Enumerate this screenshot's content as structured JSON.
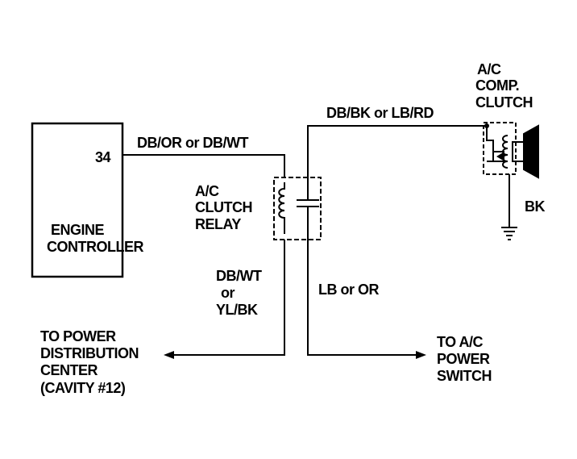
{
  "engine_controller": {
    "pin": "34",
    "label_line1": "ENGINE",
    "label_line2": "CONTROLLER"
  },
  "relay": {
    "label_line1": "A/C",
    "label_line2": "CLUTCH",
    "label_line3": "RELAY"
  },
  "compressor_clutch": {
    "label_line1": "A/C",
    "label_line2": "COMP.",
    "label_line3": "CLUTCH"
  },
  "wires": {
    "controller_to_relay": "DB/OR or DB/WT",
    "relay_to_clutch": "DB/BK or LB/RD",
    "clutch_ground": "BK",
    "relay_to_pdc_line1": "DB/WT",
    "relay_to_pdc_line2": "or",
    "relay_to_pdc_line3": "YL/BK",
    "relay_to_switch": "LB or OR"
  },
  "destinations": {
    "pdc_line1": "TO POWER",
    "pdc_line2": "DISTRIBUTION",
    "pdc_line3": "CENTER",
    "pdc_line4": "(CAVITY #12)",
    "switch_line1": "TO A/C",
    "switch_line2": "POWER",
    "switch_line3": "SWITCH"
  },
  "colors": {
    "line": "#000000",
    "background": "#ffffff"
  }
}
